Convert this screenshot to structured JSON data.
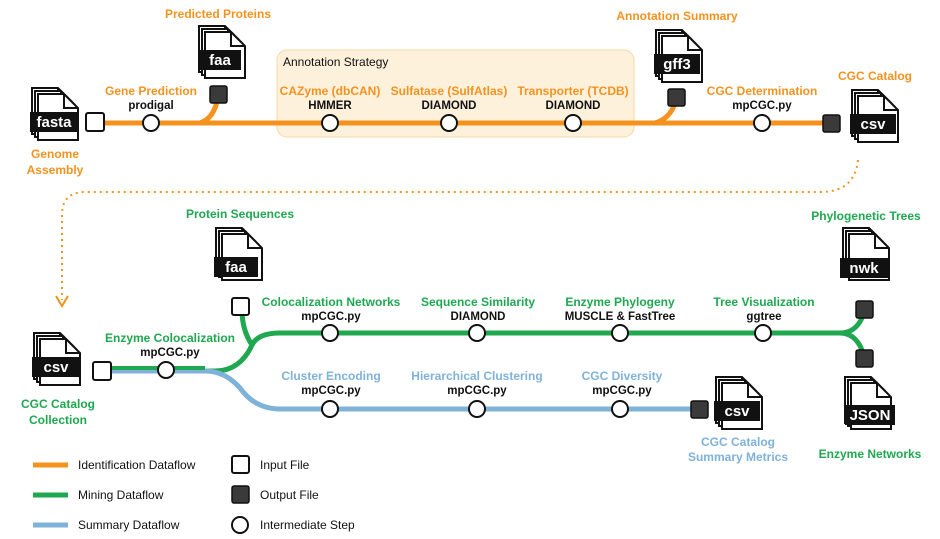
{
  "colors": {
    "orange": "#f5921e",
    "green": "#1fa84f",
    "blue": "#7fb2d9",
    "strategy_bg": "#fdf1dc",
    "dark_node": "#3a3a3a"
  },
  "top": {
    "genome_line1": "Genome",
    "genome_line2": "Assembly",
    "fasta": "fasta",
    "predicted_proteins": "Predicted Proteins",
    "faa": "faa",
    "gene_prediction": "Gene Prediction",
    "gene_prediction_tool": "prodigal",
    "strategy_title": "Annotation Strategy",
    "cazyme": "CAZyme (dbCAN)",
    "cazyme_tool": "HMMER",
    "sulfatase": "Sulfatase (SulfAtlas)",
    "sulfatase_tool": "DIAMOND",
    "transporter": "Transporter (TCDB)",
    "transporter_tool": "DIAMOND",
    "annotation_summary": "Annotation Summary",
    "gff3": "gff3",
    "cgc_determination": "CGC Determination",
    "cgc_determination_tool": "mpCGC.py",
    "cgc_catalog": "CGC Catalog",
    "csv": "csv"
  },
  "bottom": {
    "collection_line1": "CGC Catalog",
    "collection_line2": "Collection",
    "csv": "csv",
    "enzyme_colocalization": "Enzyme Colocalization",
    "enzyme_colocalization_tool": "mpCGC.py",
    "protein_sequences": "Protein Sequences",
    "faa": "faa",
    "colocalization_networks": "Colocalization Networks",
    "colocalization_networks_tool": "mpCGC.py",
    "sequence_similarity": "Sequence Similarity",
    "sequence_similarity_tool": "DIAMOND",
    "enzyme_phylogeny": "Enzyme Phylogeny",
    "enzyme_phylogeny_tool": "MUSCLE & FastTree",
    "tree_visualization": "Tree Visualization",
    "tree_visualization_tool": "ggtree",
    "phylogenetic_trees": "Phylogenetic Trees",
    "nwk": "nwk",
    "enzyme_networks": "Enzyme Networks",
    "json": "JSON",
    "cluster_encoding": "Cluster Encoding",
    "cluster_encoding_tool": "mpCGC.py",
    "hierarchical_clustering": "Hierarchical Clustering",
    "hierarchical_clustering_tool": "mpCGC.py",
    "cgc_diversity": "CGC Diversity",
    "cgc_diversity_tool": "mpCGC.py",
    "summary_csv": "csv",
    "summary_line1": "CGC Catalog",
    "summary_line2": "Summary Metrics"
  },
  "legend": {
    "identification": "Identification Dataflow",
    "mining": "Mining Dataflow",
    "summary": "Summary Dataflow",
    "input_file": "Input File",
    "output_file": "Output File",
    "intermediate_step": "Intermediate Step"
  }
}
